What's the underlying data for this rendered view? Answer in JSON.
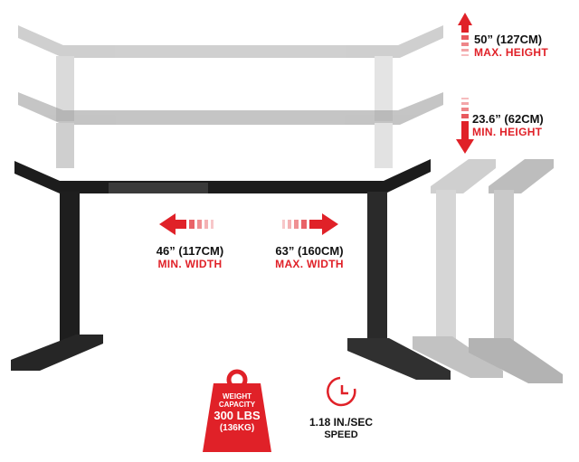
{
  "max_height": {
    "value": "50” (127CM)",
    "label": "MAX. HEIGHT"
  },
  "min_height": {
    "value": "23.6” (62CM)",
    "label": "MIN. HEIGHT"
  },
  "min_width": {
    "value": "46” (117CM)",
    "label": "MIN. WIDTH"
  },
  "max_width": {
    "value": "63” (160CM)",
    "label": "MAX. WIDTH"
  },
  "weight_capacity": {
    "line1": "WEIGHT",
    "line2": "CAPACITY",
    "value": "300 LBS",
    "metric": "(136KG)"
  },
  "speed": {
    "value": "1.18 IN./SEC",
    "label": "SPEED"
  },
  "colors": {
    "accent": "#e02128",
    "frame_dark": "#1a1a1a",
    "frame_light": "#c9c9c9",
    "ghost": "#b5b5b5"
  },
  "icons": [
    "arrow-up-down-icon",
    "arrow-left-icon",
    "arrow-right-icon",
    "weight-icon",
    "clock-icon"
  ]
}
